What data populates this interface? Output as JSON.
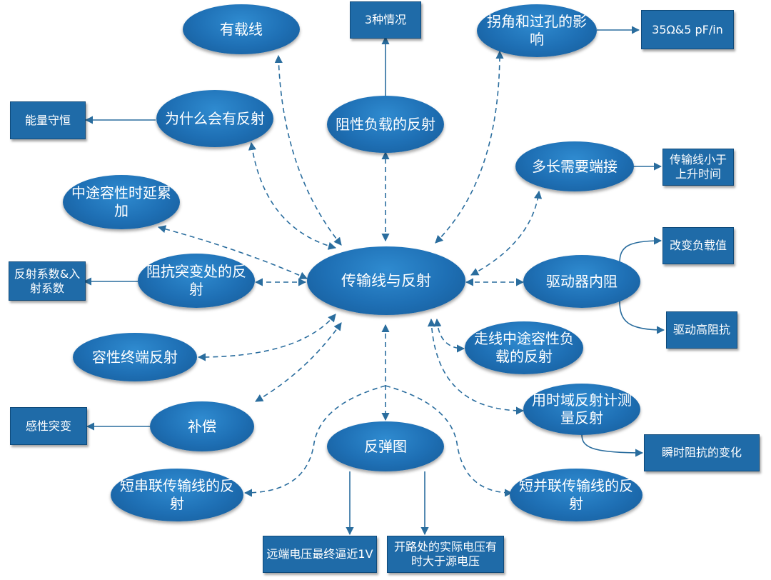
{
  "center": "传输线与反射",
  "ellipses": {
    "loaded_line": "有载线",
    "why_reflection": "为什么会有反射",
    "resistive_load": "阻性负载的反射",
    "corners_vias": "拐角和过孔的影响",
    "termination_length": "多长需要端接",
    "mid_cap_delay": "中途容性时延累加",
    "impedance_discontinuity": "阻抗突变处的反射",
    "driver_impedance": "驱动器内阻",
    "capacitive_termination": "容性终端反射",
    "mid_cap_load": "走线中途容性负载的反射",
    "compensation": "补偿",
    "tdr": "用时域反射计测量反射",
    "bounce_diagram": "反弹图",
    "short_series": "短串联传输线的反射",
    "short_stub": "短并联传输线的反射"
  },
  "boxes": {
    "three_cases": "3种情况",
    "via_value": "35Ω&5 pF/in",
    "energy_conservation": "能量守恒",
    "line_rise_time": "传输线小于上升时间",
    "reflection_coefficients": "反射系数&入射系数",
    "change_load": "改变负载值",
    "high_impedance_driver": "驱动高阻抗",
    "inductive_discontinuity": "感性突变",
    "instant_impedance": "瞬时阻抗的变化",
    "far_end_voltage": "远端电压最终逼近1V",
    "open_voltage": "开路处的实际电压有时大于源电压"
  },
  "colors": {
    "node_fill": "#1e6fb4",
    "box_fill": "#1f6ba8",
    "connector": "#2a6d9e"
  }
}
